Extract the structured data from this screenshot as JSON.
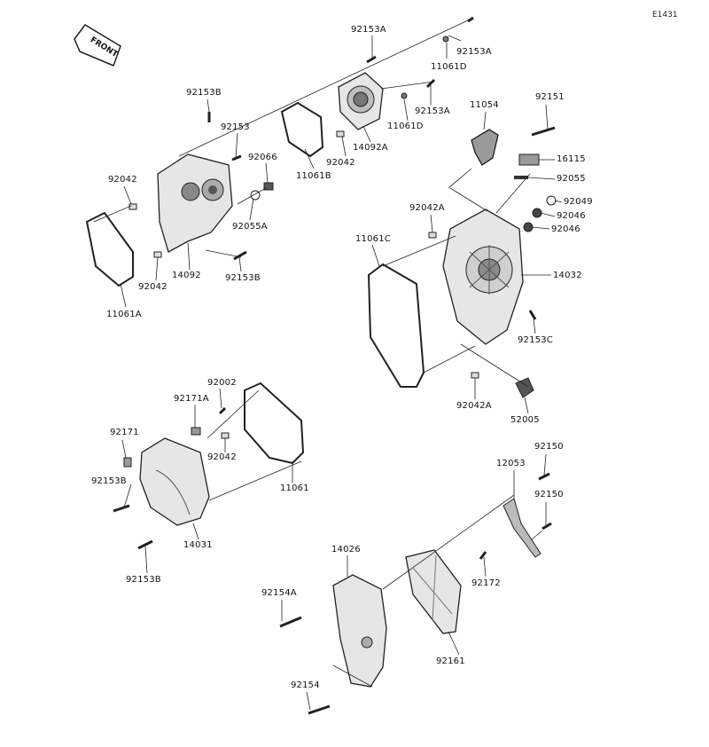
{
  "diagram": {
    "code": "E1431",
    "front_badge": "FRONT",
    "labels": [
      "92153A",
      "92153A",
      "11061D",
      "92153A",
      "11061D",
      "14092A",
      "92042",
      "11061B",
      "92153B",
      "92153",
      "92066",
      "92042",
      "92055A",
      "14092",
      "92153B",
      "92042",
      "11061A",
      "11054",
      "92151",
      "16115",
      "92055",
      "92042A",
      "92049",
      "92046",
      "92046",
      "11061C",
      "14032",
      "92153C",
      "92042A",
      "52005",
      "92002",
      "92171A",
      "92171",
      "92042",
      "92153B",
      "11061",
      "14031",
      "92153B",
      "92150",
      "12053",
      "92150",
      "14026",
      "92172",
      "92154A",
      "92161",
      "92154"
    ]
  }
}
